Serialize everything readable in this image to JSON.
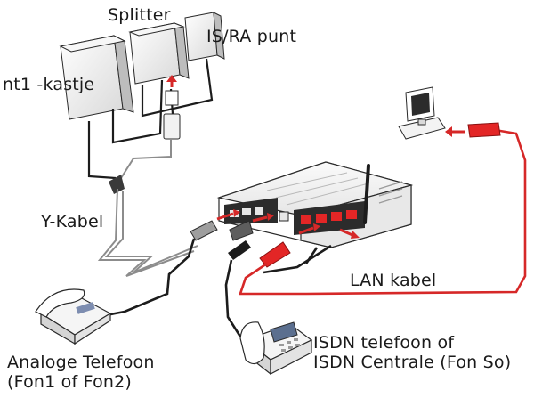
{
  "labels": {
    "splitter": "Splitter",
    "isra": "IS/RA punt",
    "nt1": "nt1 -kastje",
    "ykabel": "Y-Kabel",
    "lan": "LAN kabel",
    "analoog_line1": "Analoge Telefoon",
    "analoog_line2": "(Fon1 of Fon2)",
    "isdn_line1": "ISDN telefoon of",
    "isdn_line2": "ISDN Centrale (Fon So)"
  },
  "colors": {
    "cable_dark": "#1c1c1c",
    "cable_red": "#d62828",
    "plug_red": "#e32626",
    "router_body": "#f4f4f4",
    "outline": "#2a2a2a"
  },
  "icons": [
    "router",
    "splitter-box",
    "nt1-box",
    "isra-box",
    "computer",
    "analog-phone",
    "isdn-phone"
  ]
}
